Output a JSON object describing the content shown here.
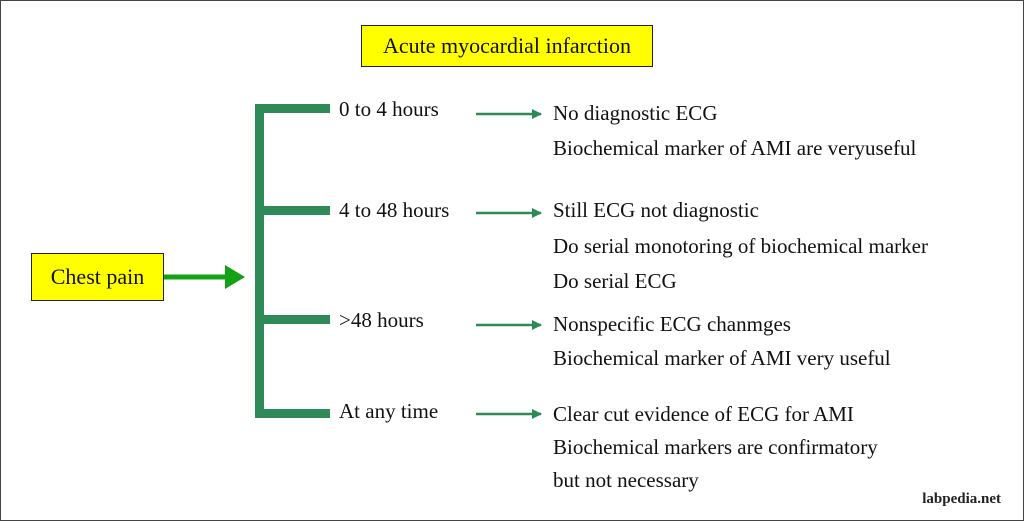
{
  "title": "Acute myocardial infarction",
  "start": "Chest pain",
  "credit": "labpedia.net",
  "colors": {
    "highlight_box": "#ffff00",
    "connector": "#2e8b57",
    "start_arrow": "#16a016"
  },
  "branches": [
    {
      "time": "0 to 4 hours",
      "findings": [
        "No diagnostic ECG",
        "Biochemical marker of AMI are veryuseful"
      ]
    },
    {
      "time": "4 to 48 hours",
      "findings": [
        "Still ECG not diagnostic",
        "Do serial monotoring of biochemical marker",
        "Do serial ECG"
      ]
    },
    {
      "time": ">48 hours",
      "findings": [
        "Nonspecific ECG chanmges",
        "Biochemical marker of AMI very useful"
      ]
    },
    {
      "time": "At any time",
      "findings": [
        "Clear cut evidence of ECG for AMI",
        "Biochemical markers are confirmatory",
        "but not necessary"
      ]
    }
  ]
}
